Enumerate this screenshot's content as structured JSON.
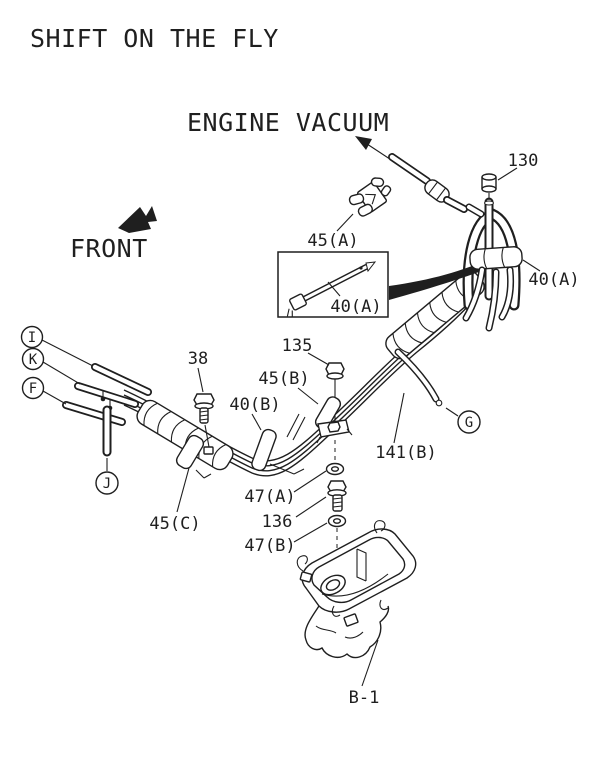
{
  "title": "SHIFT ON THE FLY",
  "annotations": {
    "engine_vacuum": "ENGINE VACUUM",
    "front": "FRONT"
  },
  "part_labels": {
    "p130": "130",
    "p45a": "45(A)",
    "p40a_box": "40(A)",
    "p40a_loop": "40(A)",
    "p38": "38",
    "p135": "135",
    "p45b": "45(B)",
    "p40b": "40(B)",
    "p141b": "141(B)",
    "p47a": "47(A)",
    "p136": "136",
    "p47b": "47(B)",
    "p45c": "45(C)",
    "pb1": "B-1"
  },
  "port_labels": {
    "i": "I",
    "k": "K",
    "f": "F",
    "j": "J",
    "g": "G"
  },
  "colors": {
    "line": "#1f1f1f",
    "background": "#ffffff"
  }
}
